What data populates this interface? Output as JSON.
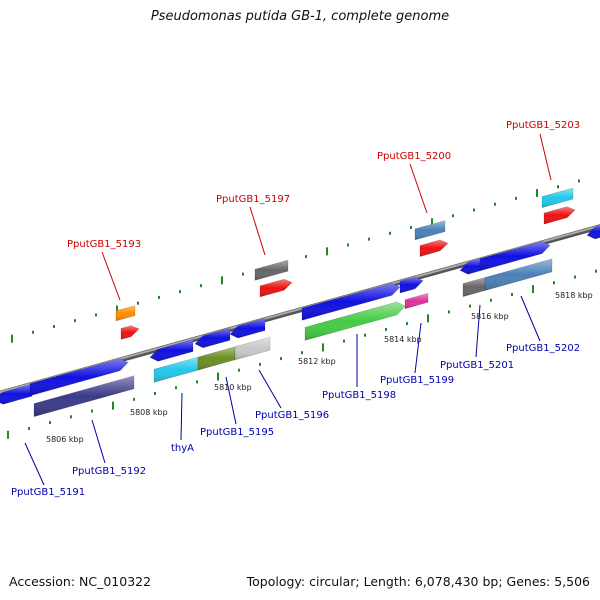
{
  "title": "Pseudomonas putida GB-1, complete genome",
  "footer": {
    "accession": "Accession: NC_010322",
    "summary": "Topology: circular; Length: 6,078,430 bp; Genes: 5,506"
  },
  "scale_labels": [
    "5806 kbp",
    "5808 kbp",
    "5810 kbp",
    "5812 kbp",
    "5814 kbp",
    "5816 kbp",
    "5818 kbp"
  ],
  "feature_labels": [
    {
      "text": "PputGB1_5193",
      "color": "#cc0000"
    },
    {
      "text": "PputGB1_5197",
      "color": "#cc0000"
    },
    {
      "text": "PputGB1_5200",
      "color": "#cc0000"
    },
    {
      "text": "PputGB1_5203",
      "color": "#cc0000"
    },
    {
      "text": "PputGB1_5191",
      "color": "#0000aa"
    },
    {
      "text": "PputGB1_5192",
      "color": "#0000aa"
    },
    {
      "text": "thyA",
      "color": "#0000aa"
    },
    {
      "text": "PputGB1_5195",
      "color": "#0000aa"
    },
    {
      "text": "PputGB1_5196",
      "color": "#0000aa"
    },
    {
      "text": "PputGB1_5198",
      "color": "#0000aa"
    },
    {
      "text": "PputGB1_5199",
      "color": "#0000aa"
    },
    {
      "text": "PputGB1_5201",
      "color": "#0000aa"
    },
    {
      "text": "PputGB1_5202",
      "color": "#0000aa"
    }
  ],
  "palette": {
    "blue": "#1010e0",
    "navy": "#3a3a8a",
    "cyan": "#22c8e8",
    "olive": "#6b8e23",
    "silver": "#c8c8c8",
    "green": "#44cc44",
    "gray": "#666666",
    "orange": "#ff8c00",
    "red": "#ee1111",
    "steel": "#4a80b8",
    "magenta": "#e0309a",
    "ticks": "#228822",
    "backbone": "#888888"
  }
}
